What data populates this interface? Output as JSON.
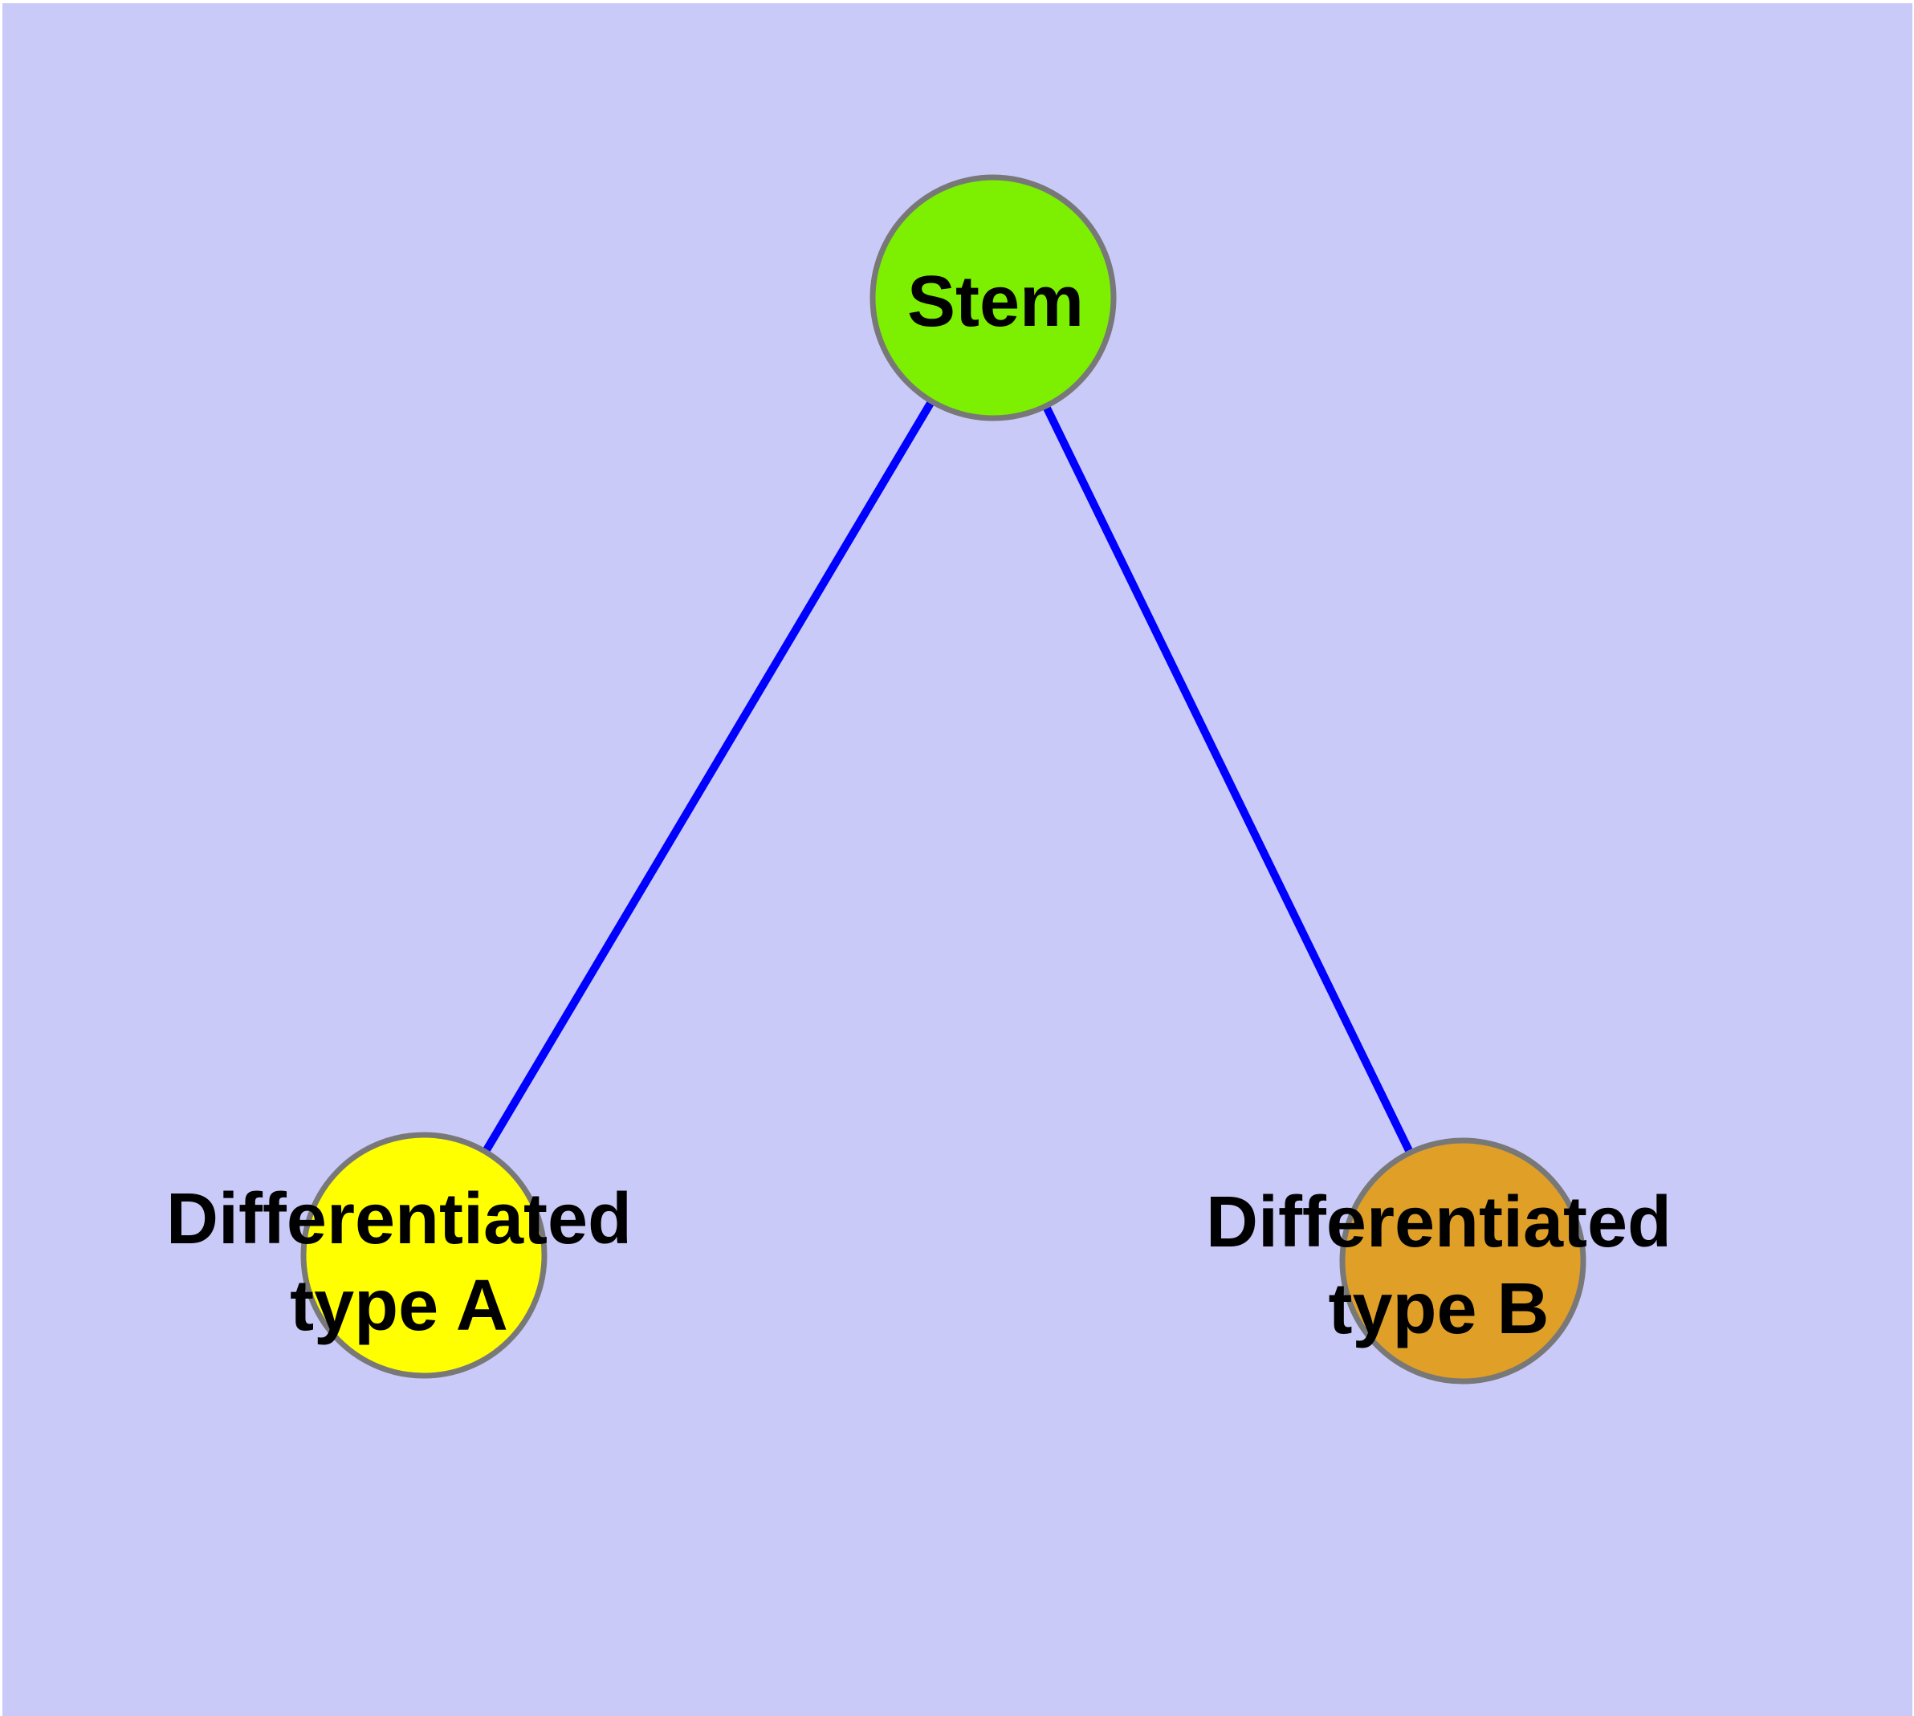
{
  "diagram": {
    "background_color": "#cacaf8",
    "edge_color": "#0000ff",
    "nodes": [
      {
        "id": "stem",
        "label": "Stem",
        "fill": "#7cf000"
      },
      {
        "id": "differentiated-type-a",
        "label_line1": "Differentiated",
        "label_line2": "type A",
        "fill": "#ffff00"
      },
      {
        "id": "differentiated-type-b",
        "label_line1": "Differentiated",
        "label_line2": "type B",
        "fill": "#e0a028"
      }
    ],
    "edges": [
      {
        "from": "Stem",
        "to": "Differentiated type A"
      },
      {
        "from": "Stem",
        "to": "Differentiated type B"
      }
    ]
  }
}
